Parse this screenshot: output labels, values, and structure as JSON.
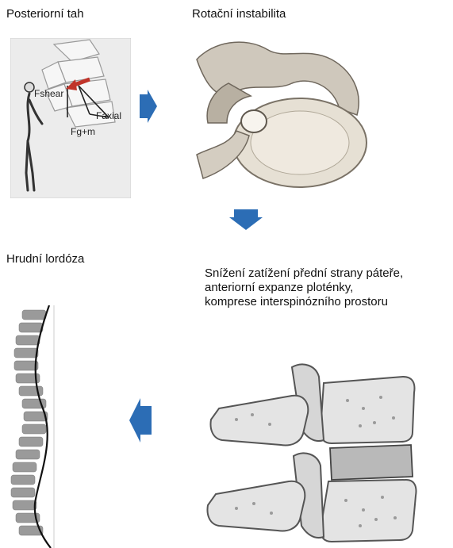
{
  "labels": {
    "posterior": "Posteriorní tah",
    "rotation": "Rotační instabilita",
    "thoracic": "Hrudní lordóza",
    "effect_lines": [
      "Snížení zatížení přední strany páteře,",
      "anteriorní expanze ploténky,",
      "komprese interspinózního prostoru"
    ]
  },
  "force_labels": {
    "shear": "Fshear",
    "axial": "Faxial",
    "gravity": "Fg+m"
  },
  "colors": {
    "arrow": "#2c6db5",
    "shear_arrow": "#c0342a",
    "bone": "#d9d3c8",
    "bone_dark": "#8f867a"
  }
}
